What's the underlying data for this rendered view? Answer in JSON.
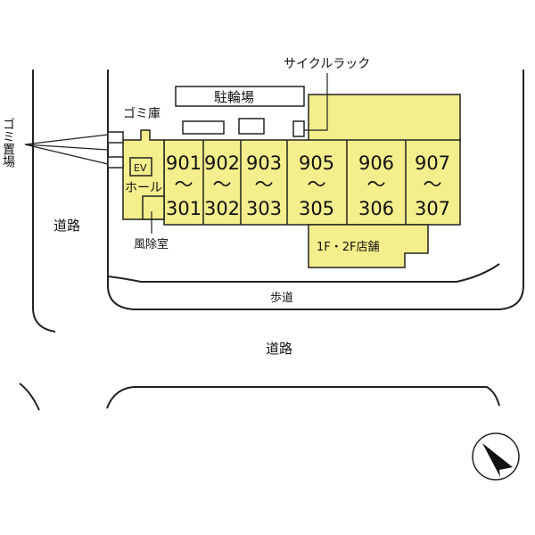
{
  "labels": {
    "cycle_rack": "サイクルラック",
    "bicycle_parking": "駐輪場",
    "garbage_store": "ゴミ庫",
    "garbage_area": "ゴミ置場",
    "ev": "EV",
    "hall": "ホール",
    "windbreak_room": "風除室",
    "road_left": "道路",
    "sidewalk": "歩道",
    "road_bottom": "道路",
    "shop": "1F・2F店舗"
  },
  "units": [
    {
      "top": "901",
      "sep": "〜",
      "bottom": "301"
    },
    {
      "top": "902",
      "sep": "〜",
      "bottom": "302"
    },
    {
      "top": "903",
      "sep": "〜",
      "bottom": "303"
    },
    {
      "top": "905",
      "sep": "〜",
      "bottom": "305"
    },
    {
      "top": "906",
      "sep": "〜",
      "bottom": "306"
    },
    {
      "top": "907",
      "sep": "〜",
      "bottom": "307"
    }
  ],
  "colors": {
    "building": "#f4ee8c",
    "line": "#222222",
    "background": "#ffffff"
  },
  "compass": {
    "icon": "north-arrow-icon"
  }
}
